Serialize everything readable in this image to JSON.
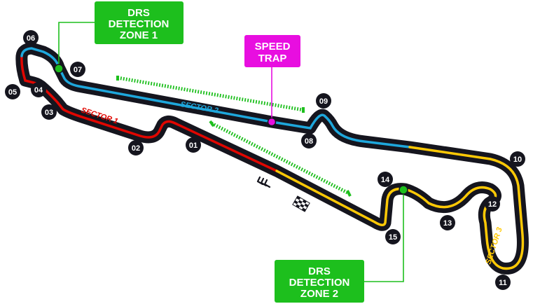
{
  "turns": [
    {
      "id": "t01",
      "label": "01"
    },
    {
      "id": "t02",
      "label": "02"
    },
    {
      "id": "t03",
      "label": "03"
    },
    {
      "id": "t04",
      "label": "04"
    },
    {
      "id": "t05",
      "label": "05"
    },
    {
      "id": "t06",
      "label": "06"
    },
    {
      "id": "t07",
      "label": "07"
    },
    {
      "id": "t08",
      "label": "08"
    },
    {
      "id": "t09",
      "label": "09"
    },
    {
      "id": "t10",
      "label": "10"
    },
    {
      "id": "t11",
      "label": "11"
    },
    {
      "id": "t12",
      "label": "12"
    },
    {
      "id": "t13",
      "label": "13"
    },
    {
      "id": "t14",
      "label": "14"
    },
    {
      "id": "t15",
      "label": "15"
    }
  ],
  "sectors": {
    "s1": {
      "label": "SECTOR 1",
      "color": "#e10600"
    },
    "s2": {
      "label": "SECTOR 2",
      "color": "#1ea7dc"
    },
    "s3": {
      "label": "SECTOR 3",
      "color": "#ffc906"
    }
  },
  "drs_zone_1": {
    "line1": "DRS",
    "line2": "DETECTION",
    "line3": "ZONE 1",
    "color": "#1dbf1d"
  },
  "drs_zone_2": {
    "line1": "DRS",
    "line2": "DETECTION",
    "line3": "ZONE 2",
    "color": "#1dbf1d"
  },
  "speed_trap": {
    "line1": "SPEED",
    "line2": "TRAP",
    "color": "#e80ee0"
  },
  "colors": {
    "track": "#15151e",
    "turn_badge": "#15151e",
    "drs_zone": "#1dbf1d",
    "speed_trap": "#e80ee0"
  },
  "icons": {
    "start_direction": "chevron-arrows-icon",
    "finish_line": "checkered-flag-icon"
  }
}
